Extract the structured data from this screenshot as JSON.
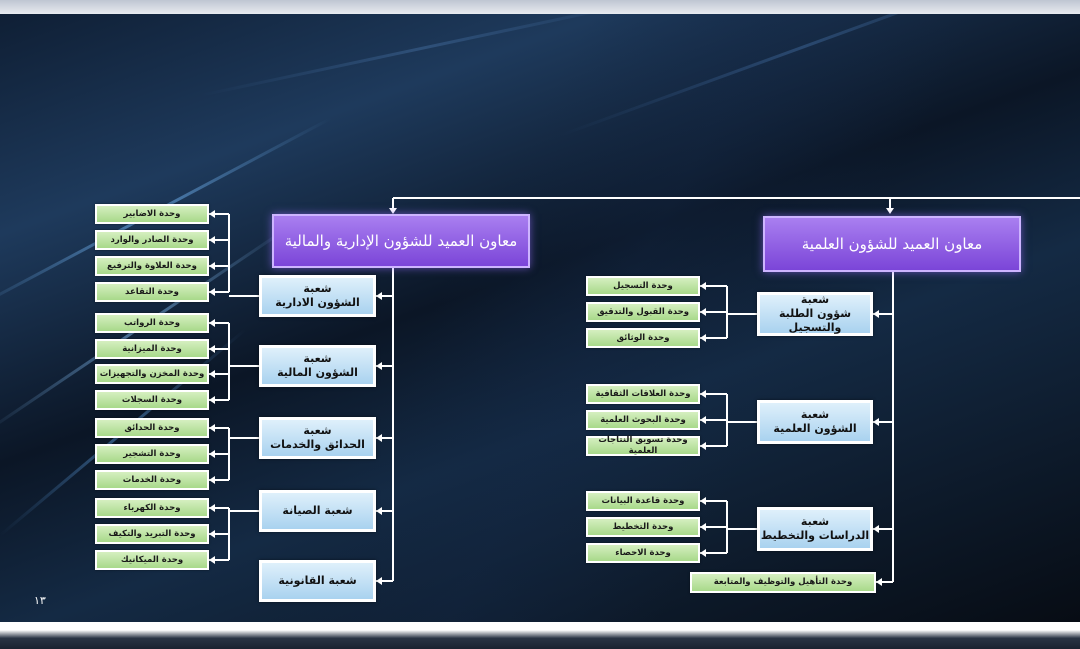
{
  "diagram": {
    "page_number": "١٣",
    "right_branch": {
      "title": "معاون العميد للشؤون العلمية",
      "departments": [
        {
          "title": "شعبة\nشؤون الطلبة والتسجيل",
          "units": [
            "وحدة التسجيل",
            "وحدة القبول والتدقيق",
            "وحدة الوثائق"
          ]
        },
        {
          "title": "شعبة\nالشؤون العلمية",
          "units": [
            "وحدة العلاقات الثقافية",
            "وحدة البحوث العلمية",
            "وحدة تسويق النتاجات العلمية"
          ]
        },
        {
          "title": "شعبة\nالدراسات والتخطيط",
          "units": [
            "وحدة قاعدة البيانات",
            "وحدة التخطيط",
            "وحدة الاحصاء"
          ]
        }
      ],
      "extra_unit": "وحدة التأهيل والتوظيف والمتابعة"
    },
    "left_branch": {
      "title": "معاون العميد للشؤون الإدارية والمالية",
      "departments": [
        {
          "title": "شعبة\nالشؤون الادارية",
          "units": [
            "وحدة الاضابير",
            "وحدة الصادر والوارد",
            "وحدة العلاوة والترفيع",
            "وحدة التقاعد"
          ]
        },
        {
          "title": "شعبة\nالشؤون المالية",
          "units": [
            "وحدة الرواتب",
            "وحدة الميزانية",
            "وحدة المخزن والتجهيزات",
            "وحدة السجلات"
          ]
        },
        {
          "title": "شعبة\nالحدائق والخدمات",
          "units": [
            "وحدة الحدائق",
            "وحدة التشجير",
            "وحدة الخدمات"
          ]
        },
        {
          "title": "شعبة الصيانة",
          "units": [
            "وحدة الكهرباء",
            "وحدة التبريد والتكيف",
            "وحدة الميكانيك"
          ]
        },
        {
          "title": "شعبة القانونية",
          "units": []
        }
      ]
    }
  }
}
